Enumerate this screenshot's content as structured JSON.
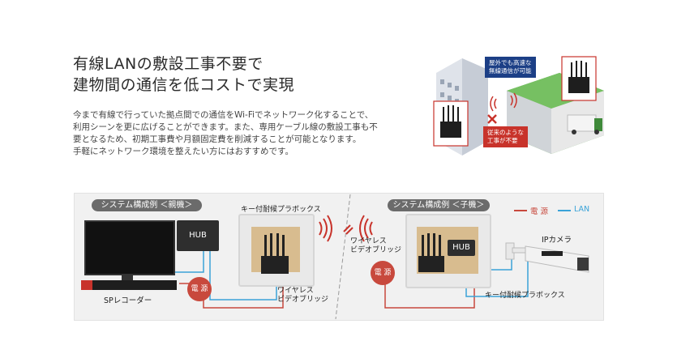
{
  "headline": {
    "line1": "有線LANの敷設工事不要で",
    "line2": "建物間の通信を低コストで実現"
  },
  "body": {
    "line1": "今まで有線で行っていた拠点間での通信をWi-Fiでネットワーク化することで、",
    "line2": "利用シーンを更に広げることができます。また、専用ケーブル線の敷設工事も不",
    "line3": "要となるため、初期工事費や月額固定費を削減することが可能となります。",
    "line4": "手軽にネットワーク環境を整えたい方にはおすすめです。"
  },
  "illustration": {
    "callout_outdoor_line1": "屋外でも高速な",
    "callout_outdoor_line2": "無線通信が可能",
    "callout_noconstruction_line1": "従来のような",
    "callout_noconstruction_line2": "工事が不要"
  },
  "diagram": {
    "left_title": "システム構成例 ＜親機＞",
    "right_title": "システム構成例 ＜子機＞",
    "hub_label": "HUB",
    "box_label_left": "キー付耐候プラボックス",
    "box_label_right": "キー付耐候プラボックス",
    "power_label": "電 源",
    "recorder_label": "SPレコーダー",
    "bridge_label_left_line1": "ワイヤレス",
    "bridge_label_left_line2": "ビデオブリッジ",
    "bridge_label_right_line1": "ワイヤレス",
    "bridge_label_right_line2": "ビデオブリッジ",
    "camera_label": "IPカメラ",
    "legend_power": "電 源",
    "legend_lan": "LAN",
    "colors": {
      "power": "#c8493d",
      "lan": "#3aa3d8",
      "hub": "#2e2e2e"
    }
  }
}
